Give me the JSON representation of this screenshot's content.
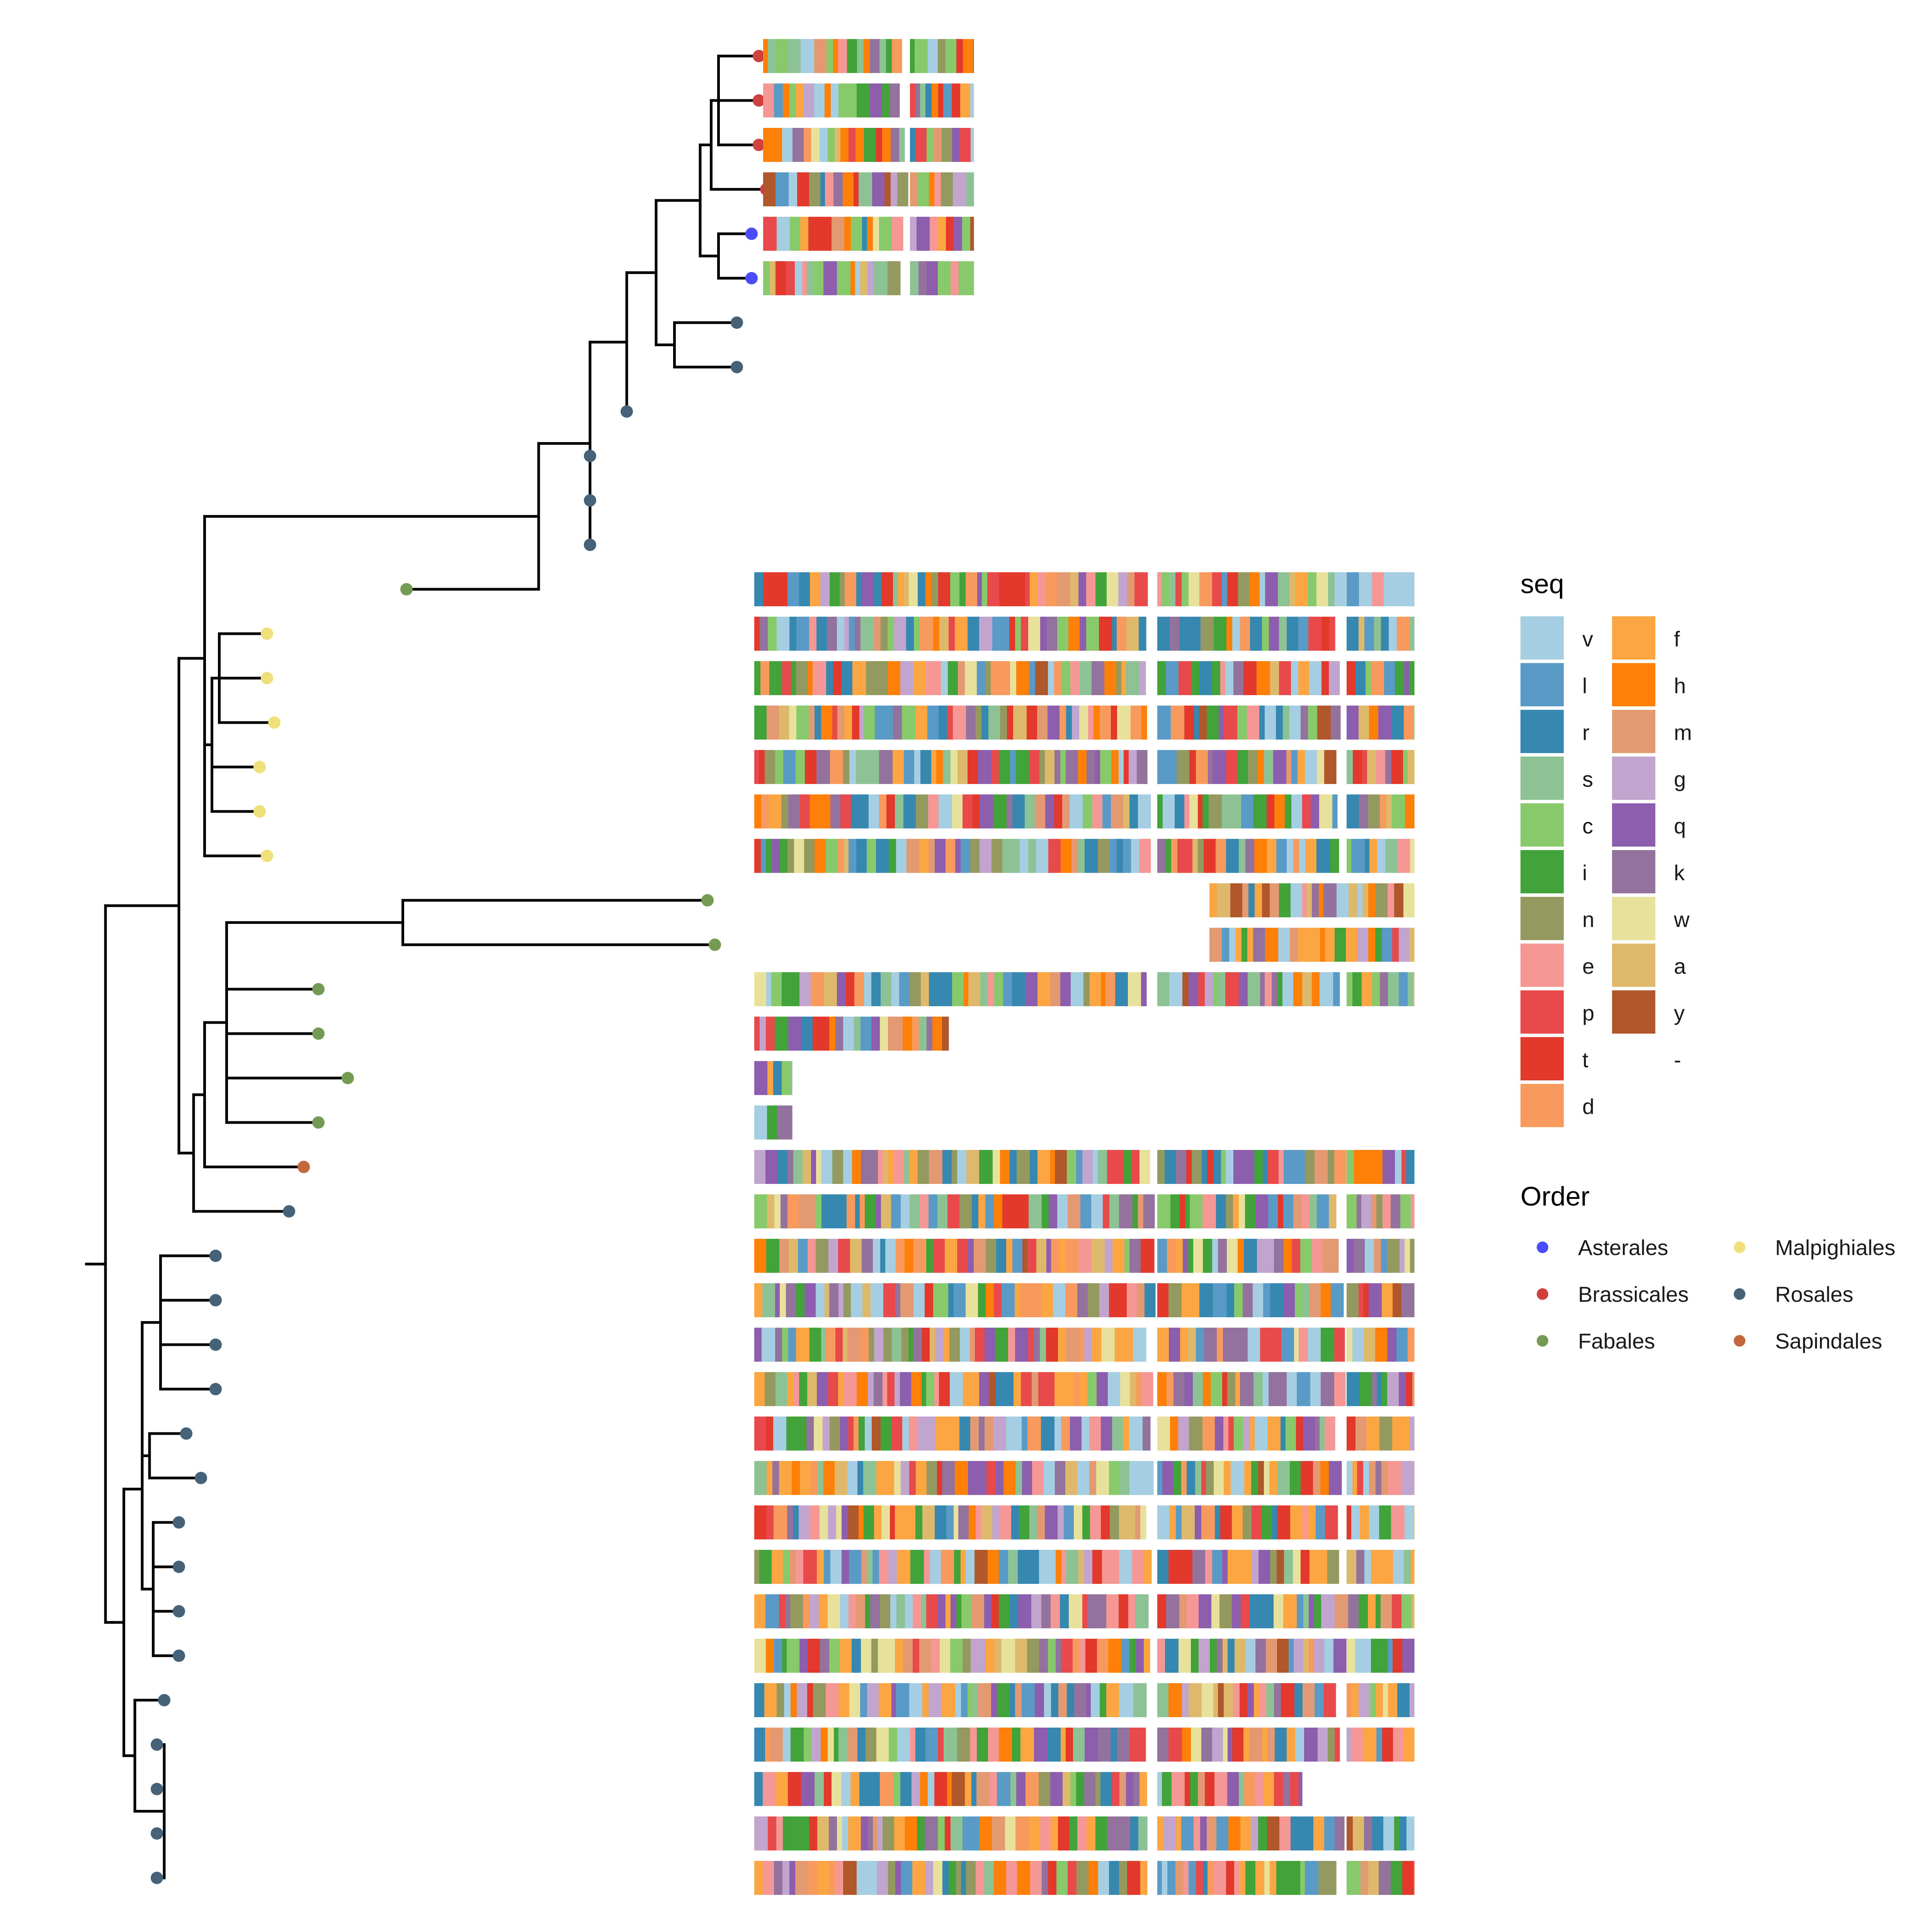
{
  "legend_seq": {
    "title": "seq",
    "items": [
      {
        "label": "v",
        "color": "#a6cee3"
      },
      {
        "label": "l",
        "color": "#5a9ac7"
      },
      {
        "label": "r",
        "color": "#3688b0"
      },
      {
        "label": "s",
        "color": "#8cc294"
      },
      {
        "label": "c",
        "color": "#88c96b"
      },
      {
        "label": "i",
        "color": "#41a33a"
      },
      {
        "label": "n",
        "color": "#93995f"
      },
      {
        "label": "e",
        "color": "#f59795"
      },
      {
        "label": "p",
        "color": "#e84a4c"
      },
      {
        "label": "t",
        "color": "#e3392d"
      },
      {
        "label": "d",
        "color": "#f89a5e"
      },
      {
        "label": "f",
        "color": "#fba543"
      },
      {
        "label": "h",
        "color": "#fe8008"
      },
      {
        "label": "m",
        "color": "#e39a72"
      },
      {
        "label": "g",
        "color": "#c2a5cf"
      },
      {
        "label": "q",
        "color": "#8c5ead"
      },
      {
        "label": "k",
        "color": "#94729e"
      },
      {
        "label": "w",
        "color": "#e8e19c"
      },
      {
        "label": "a",
        "color": "#dfb96b"
      },
      {
        "label": "y",
        "color": "#b0582c"
      },
      {
        "label": "-",
        "color": "#ffffff"
      }
    ]
  },
  "legend_order": {
    "title": "Order",
    "items": [
      {
        "label": "Asterales",
        "color": "#4b4bff"
      },
      {
        "label": "Brassicales",
        "color": "#d0413b"
      },
      {
        "label": "Fabales",
        "color": "#759a53"
      },
      {
        "label": "Malpighiales",
        "color": "#efe07c"
      },
      {
        "label": "Rosales",
        "color": "#456278"
      },
      {
        "label": "Sapindales",
        "color": "#c3673e"
      }
    ]
  },
  "tree": {
    "tips": [
      {
        "index": 1,
        "order": "Brassicales",
        "depth": 0.91
      },
      {
        "index": 2,
        "order": "Brassicales",
        "depth": 0.91
      },
      {
        "index": 3,
        "order": "Brassicales",
        "depth": 0.91
      },
      {
        "index": 4,
        "order": "Brassicales",
        "depth": 0.92
      },
      {
        "index": 5,
        "order": "Asterales",
        "depth": 0.9
      },
      {
        "index": 6,
        "order": "Asterales",
        "depth": 0.9
      },
      {
        "index": 7,
        "order": "Rosales",
        "depth": 0.88
      },
      {
        "index": 8,
        "order": "Rosales",
        "depth": 0.88
      },
      {
        "index": 9,
        "order": "Rosales",
        "depth": 0.73
      },
      {
        "index": 10,
        "order": "Rosales",
        "depth": 0.68
      },
      {
        "index": 11,
        "order": "Rosales",
        "depth": 0.68
      },
      {
        "index": 12,
        "order": "Rosales",
        "depth": 0.68
      },
      {
        "index": 13,
        "order": "Fabales",
        "depth": 0.43
      },
      {
        "index": 14,
        "order": "Malpighiales",
        "depth": 0.24
      },
      {
        "index": 15,
        "order": "Malpighiales",
        "depth": 0.24
      },
      {
        "index": 16,
        "order": "Malpighiales",
        "depth": 0.25
      },
      {
        "index": 17,
        "order": "Malpighiales",
        "depth": 0.23
      },
      {
        "index": 18,
        "order": "Malpighiales",
        "depth": 0.23
      },
      {
        "index": 19,
        "order": "Malpighiales",
        "depth": 0.24
      },
      {
        "index": 20,
        "order": "Fabales",
        "depth": 0.84
      },
      {
        "index": 21,
        "order": "Fabales",
        "depth": 0.85
      },
      {
        "index": 22,
        "order": "Fabales",
        "depth": 0.31
      },
      {
        "index": 23,
        "order": "Fabales",
        "depth": 0.31
      },
      {
        "index": 24,
        "order": "Fabales",
        "depth": 0.35
      },
      {
        "index": 25,
        "order": "Fabales",
        "depth": 0.31
      },
      {
        "index": 26,
        "order": "Sapindales",
        "depth": 0.29
      },
      {
        "index": 27,
        "order": "Rosales",
        "depth": 0.27
      },
      {
        "index": 28,
        "order": "Rosales",
        "depth": 0.17
      },
      {
        "index": 29,
        "order": "Rosales",
        "depth": 0.17
      },
      {
        "index": 30,
        "order": "Rosales",
        "depth": 0.17
      },
      {
        "index": 31,
        "order": "Rosales",
        "depth": 0.17
      },
      {
        "index": 32,
        "order": "Rosales",
        "depth": 0.13
      },
      {
        "index": 33,
        "order": "Rosales",
        "depth": 0.15
      },
      {
        "index": 34,
        "order": "Rosales",
        "depth": 0.12
      },
      {
        "index": 35,
        "order": "Rosales",
        "depth": 0.12
      },
      {
        "index": 36,
        "order": "Rosales",
        "depth": 0.12
      },
      {
        "index": 37,
        "order": "Rosales",
        "depth": 0.12
      },
      {
        "index": 38,
        "order": "Rosales",
        "depth": 0.1
      },
      {
        "index": 39,
        "order": "Rosales",
        "depth": 0.09
      },
      {
        "index": 40,
        "order": "Rosales",
        "depth": 0.09
      },
      {
        "index": 41,
        "order": "Rosales",
        "depth": 0.09
      },
      {
        "index": 42,
        "order": "Rosales",
        "depth": 0.09
      }
    ]
  },
  "alignment": {
    "rows": [
      {
        "tip": 1,
        "aligned": true,
        "profile": "brass"
      },
      {
        "tip": 2,
        "aligned": true,
        "profile": "brass"
      },
      {
        "tip": 3,
        "aligned": true,
        "profile": "brass"
      },
      {
        "tip": 4,
        "aligned": true,
        "profile": "brass"
      },
      {
        "tip": 5,
        "aligned": true,
        "profile": "brass"
      },
      {
        "tip": 6,
        "aligned": true,
        "profile": "brass"
      },
      {
        "tip": 7,
        "aligned": false
      },
      {
        "tip": 8,
        "aligned": false
      },
      {
        "tip": 9,
        "aligned": false
      },
      {
        "tip": 10,
        "aligned": false
      },
      {
        "tip": 11,
        "aligned": false
      },
      {
        "tip": 12,
        "aligned": false
      },
      {
        "tip": 13,
        "aligned": true,
        "profile": "mixed"
      },
      {
        "tip": 14,
        "aligned": true,
        "profile": "mixed"
      },
      {
        "tip": 15,
        "aligned": true,
        "profile": "mixed"
      },
      {
        "tip": 16,
        "aligned": true,
        "profile": "mixed"
      },
      {
        "tip": 17,
        "aligned": true,
        "profile": "mixed"
      },
      {
        "tip": 18,
        "aligned": true,
        "profile": "mixed"
      },
      {
        "tip": 19,
        "aligned": true,
        "profile": "mixed"
      },
      {
        "tip": 20,
        "aligned": true,
        "profile": "tail"
      },
      {
        "tip": 21,
        "aligned": true,
        "profile": "tail"
      },
      {
        "tip": 22,
        "aligned": true,
        "profile": "mixed"
      },
      {
        "tip": 23,
        "aligned": true,
        "profile": "short"
      },
      {
        "tip": 24,
        "aligned": true,
        "profile": "stub"
      },
      {
        "tip": 25,
        "aligned": true,
        "profile": "stub"
      },
      {
        "tip": 26,
        "aligned": true,
        "profile": "mixed"
      },
      {
        "tip": 27,
        "aligned": true,
        "profile": "mixed"
      },
      {
        "tip": 28,
        "aligned": true,
        "profile": "rosales"
      },
      {
        "tip": 29,
        "aligned": true,
        "profile": "rosales"
      },
      {
        "tip": 30,
        "aligned": true,
        "profile": "rosales"
      },
      {
        "tip": 31,
        "aligned": true,
        "profile": "rosales"
      },
      {
        "tip": 32,
        "aligned": true,
        "profile": "rosales"
      },
      {
        "tip": 33,
        "aligned": true,
        "profile": "rosales"
      },
      {
        "tip": 34,
        "aligned": true,
        "profile": "rosales"
      },
      {
        "tip": 35,
        "aligned": true,
        "profile": "rosales"
      },
      {
        "tip": 36,
        "aligned": true,
        "profile": "rosales"
      },
      {
        "tip": 37,
        "aligned": true,
        "profile": "rosales"
      },
      {
        "tip": 38,
        "aligned": true,
        "profile": "rosales"
      },
      {
        "tip": 39,
        "aligned": true,
        "profile": "rosales"
      },
      {
        "tip": 40,
        "aligned": true,
        "profile": "truncated"
      },
      {
        "tip": 41,
        "aligned": true,
        "profile": "rosales"
      },
      {
        "tip": 42,
        "aligned": true,
        "profile": "rosales"
      }
    ]
  }
}
